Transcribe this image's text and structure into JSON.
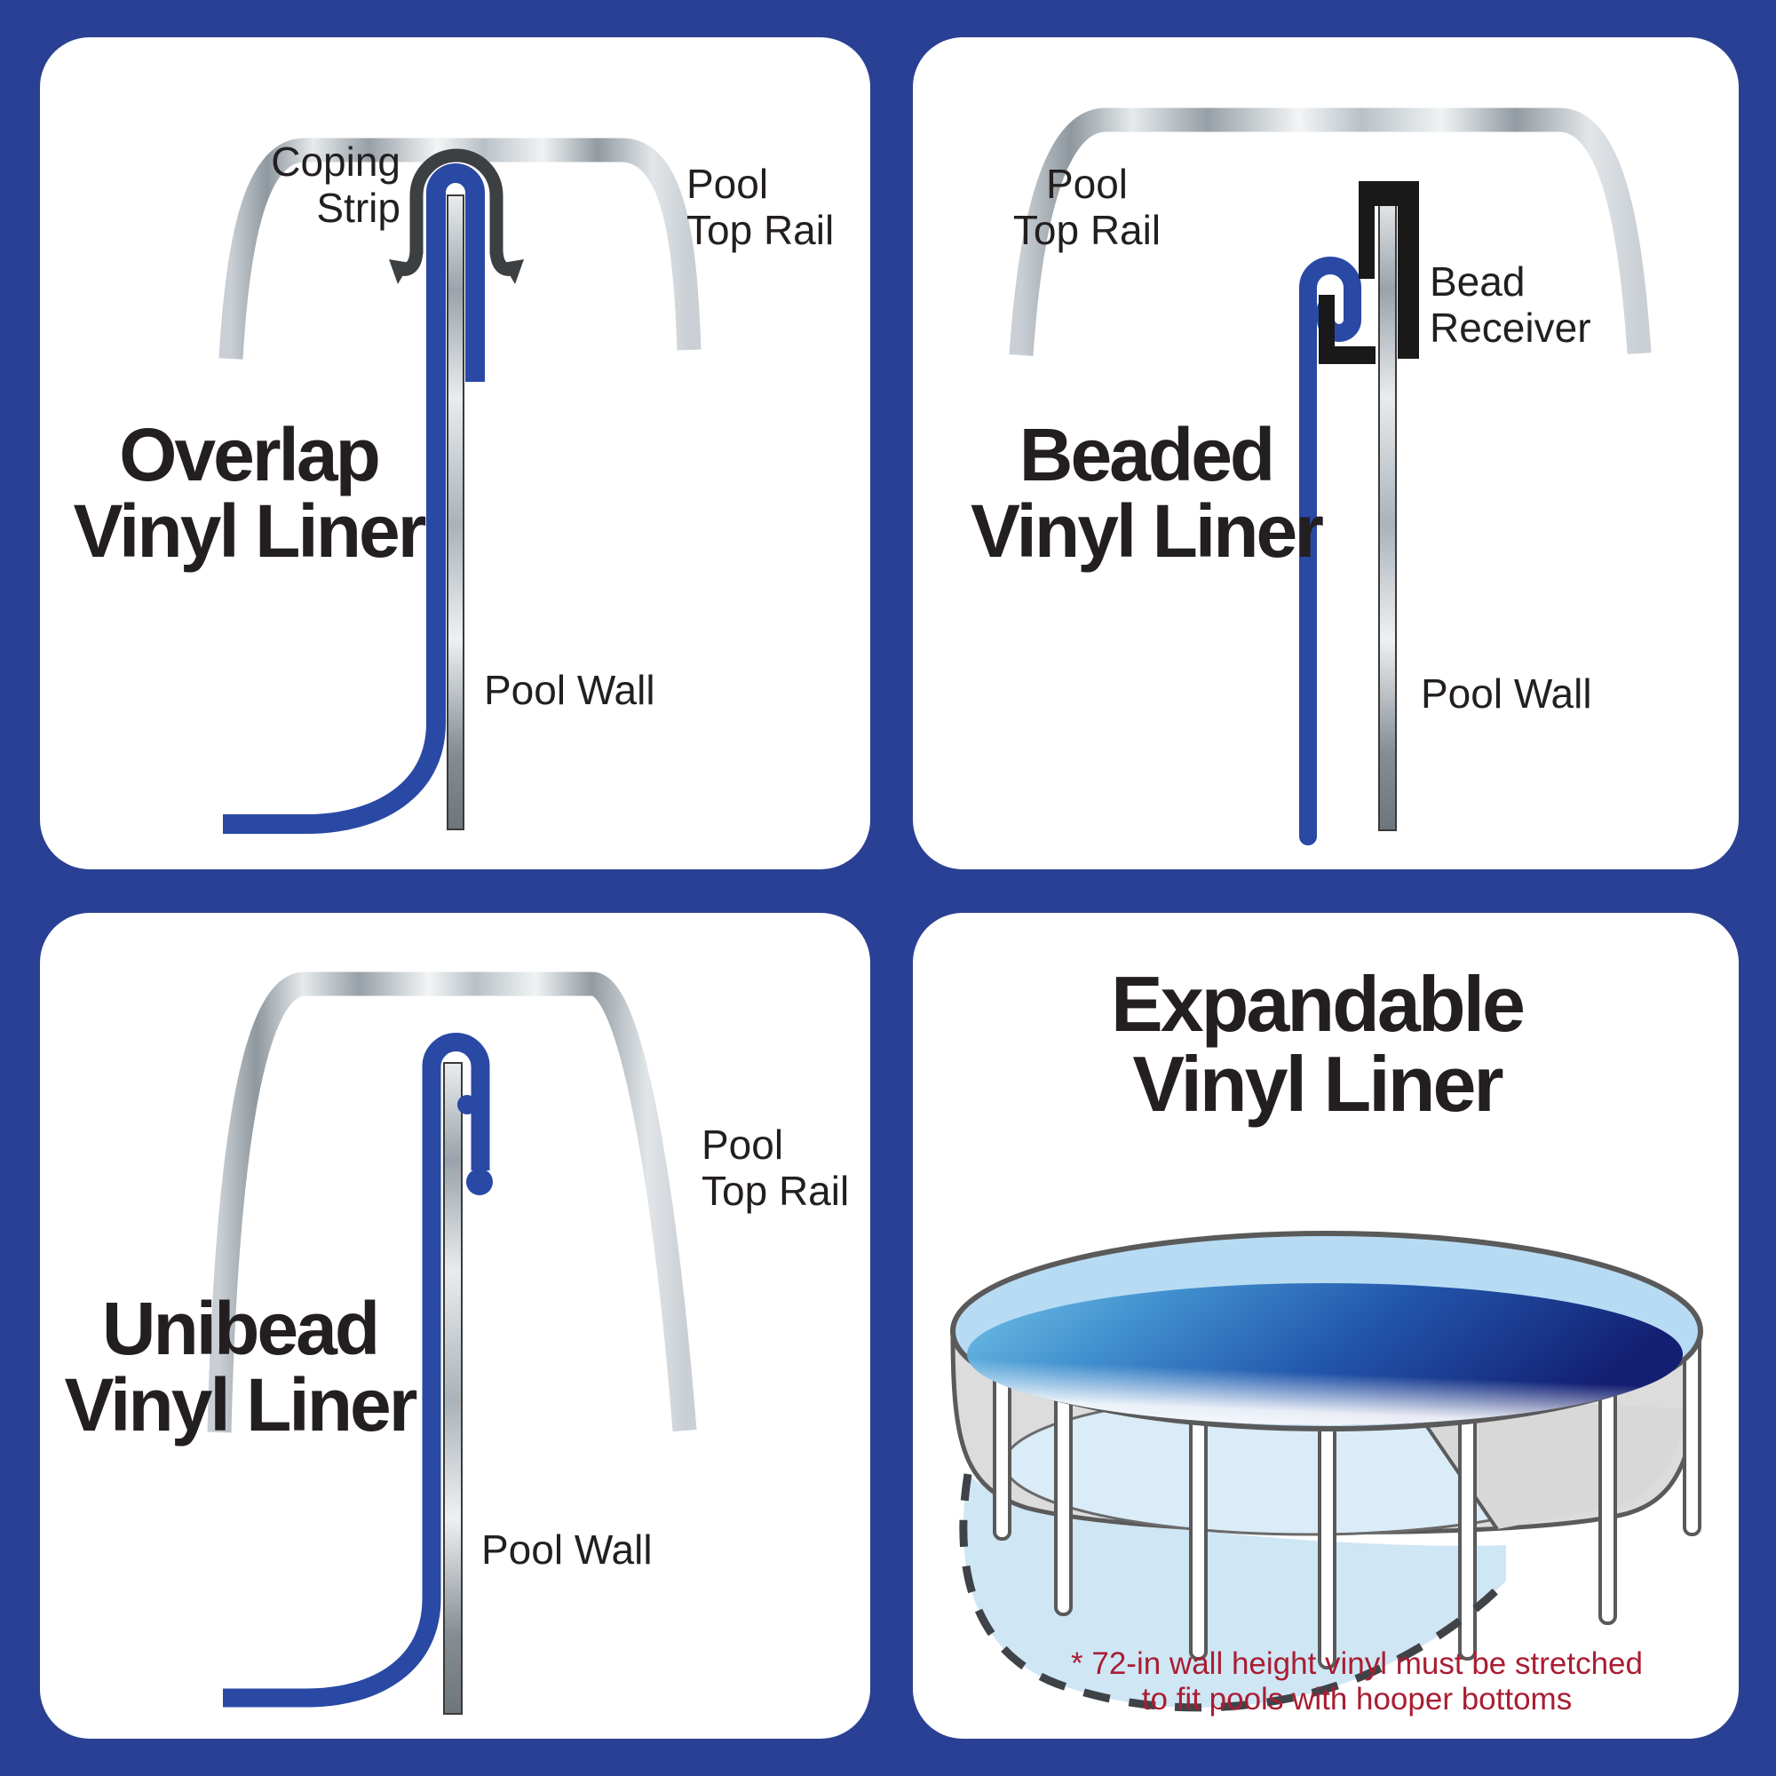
{
  "colors": {
    "background": "#2a4094",
    "panel": "#ffffff",
    "liner_blue": "#2a49a5",
    "coping_gray": "#3d4043",
    "bead_receiver_black": "#191919",
    "text": "#231f20",
    "footnote_red": "#a91d32",
    "rail_silver": "#98a1a8",
    "pool_water_dark": "#131f72",
    "pool_water_light": "#74c2e6",
    "pool_floor": "#d9ecf7",
    "expanded_bottom": "#cfe6f4"
  },
  "panels": {
    "overlap": {
      "title": "Overlap\nVinyl Liner",
      "labels": {
        "coping_strip": "Coping\nStrip",
        "pool_top_rail": "Pool\nTop Rail",
        "pool_wall": "Pool Wall"
      }
    },
    "beaded": {
      "title": "Beaded\nVinyl Liner",
      "labels": {
        "pool_top_rail": "Pool\nTop Rail",
        "bead_receiver": "Bead\nReceiver",
        "pool_wall": "Pool Wall"
      }
    },
    "unibead": {
      "title": "Unibead\nVinyl Liner",
      "labels": {
        "pool_top_rail": "Pool\nTop Rail",
        "pool_wall": "Pool Wall"
      }
    },
    "expandable": {
      "title": "Expandable\nVinyl Liner",
      "footnote": "* 72-in wall height vinyl must be stretched\nto fit pools with hooper bottoms"
    }
  }
}
